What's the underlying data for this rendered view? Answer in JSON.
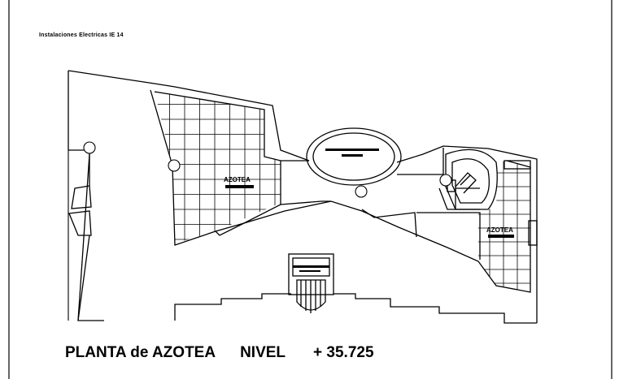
{
  "sheet": {
    "title": "Instalaciones Electricas IE 14"
  },
  "plan": {
    "name": "PLANTA de AZOTEA",
    "level_label": "NIVEL",
    "level_value": "+ 35.725"
  },
  "rooms": {
    "left": "AZOTEA",
    "right": "AZOTEA"
  }
}
